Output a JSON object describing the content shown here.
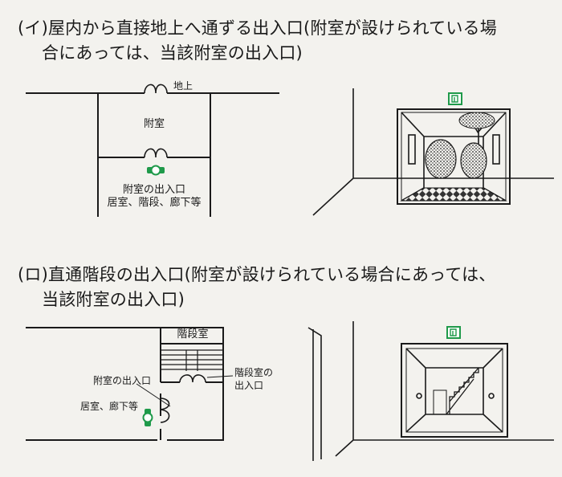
{
  "section_a": {
    "heading_line1": "(イ)屋内から直接地上へ通ずる出入口(附室が設けられている場",
    "heading_line2": "合にあっては、当該附室の出入口)",
    "label_ground": "地上",
    "label_anteroom": "附室",
    "label_exit_line1": "附室の出入口",
    "label_exit_line2": "居室、階段、廊下等",
    "sign_icon": "emergency-exit-sign-icon"
  },
  "section_b": {
    "heading_line1": "(ロ)直通階段の出入口(附室が設けられている場合にあっては、",
    "heading_line2": "当該附室の出入口)",
    "label_stair_room": "階段室",
    "label_anteroom_exit": "附室の出入口",
    "label_stair_exit_line1": "階段室の",
    "label_stair_exit_line2": "出入口",
    "label_rooms": "居室、廊下等",
    "sign_icon": "emergency-exit-sign-icon"
  },
  "colors": {
    "background": "#f3f2ee",
    "line": "#1a1a1a",
    "sign_green": "#1f9a4a"
  }
}
